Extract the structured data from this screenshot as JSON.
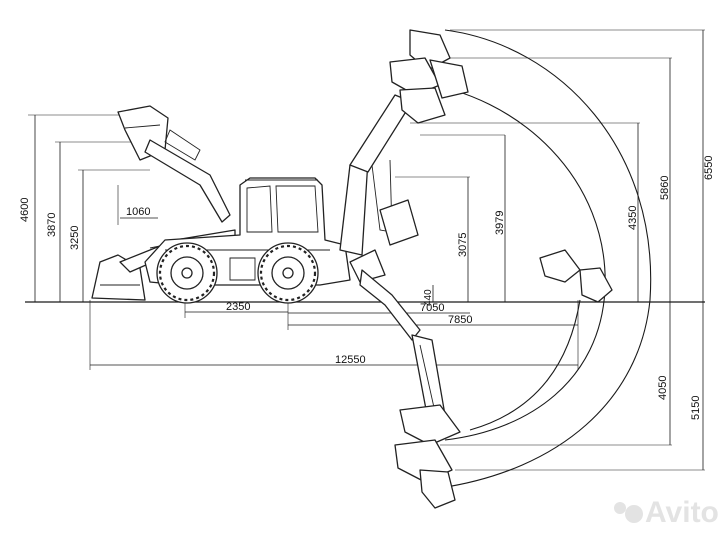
{
  "dimensions": {
    "h_4600": "4600",
    "h_3870": "3870",
    "h_3250": "3250",
    "h_1060": "1060",
    "h_3075": "3075",
    "h_3979": "3979",
    "h_4350": "4350",
    "h_5860": "5860",
    "h_6550": "6550",
    "h_440": "440",
    "l_2350": "2350",
    "l_7050": "7050",
    "l_7850": "7850",
    "l_12550": "12550",
    "d_4050": "4050",
    "d_5150": "5150"
  },
  "watermark": {
    "text": "Avito"
  },
  "colors": {
    "line": "#1a1a1a",
    "watermark": "#e3e3e3"
  }
}
